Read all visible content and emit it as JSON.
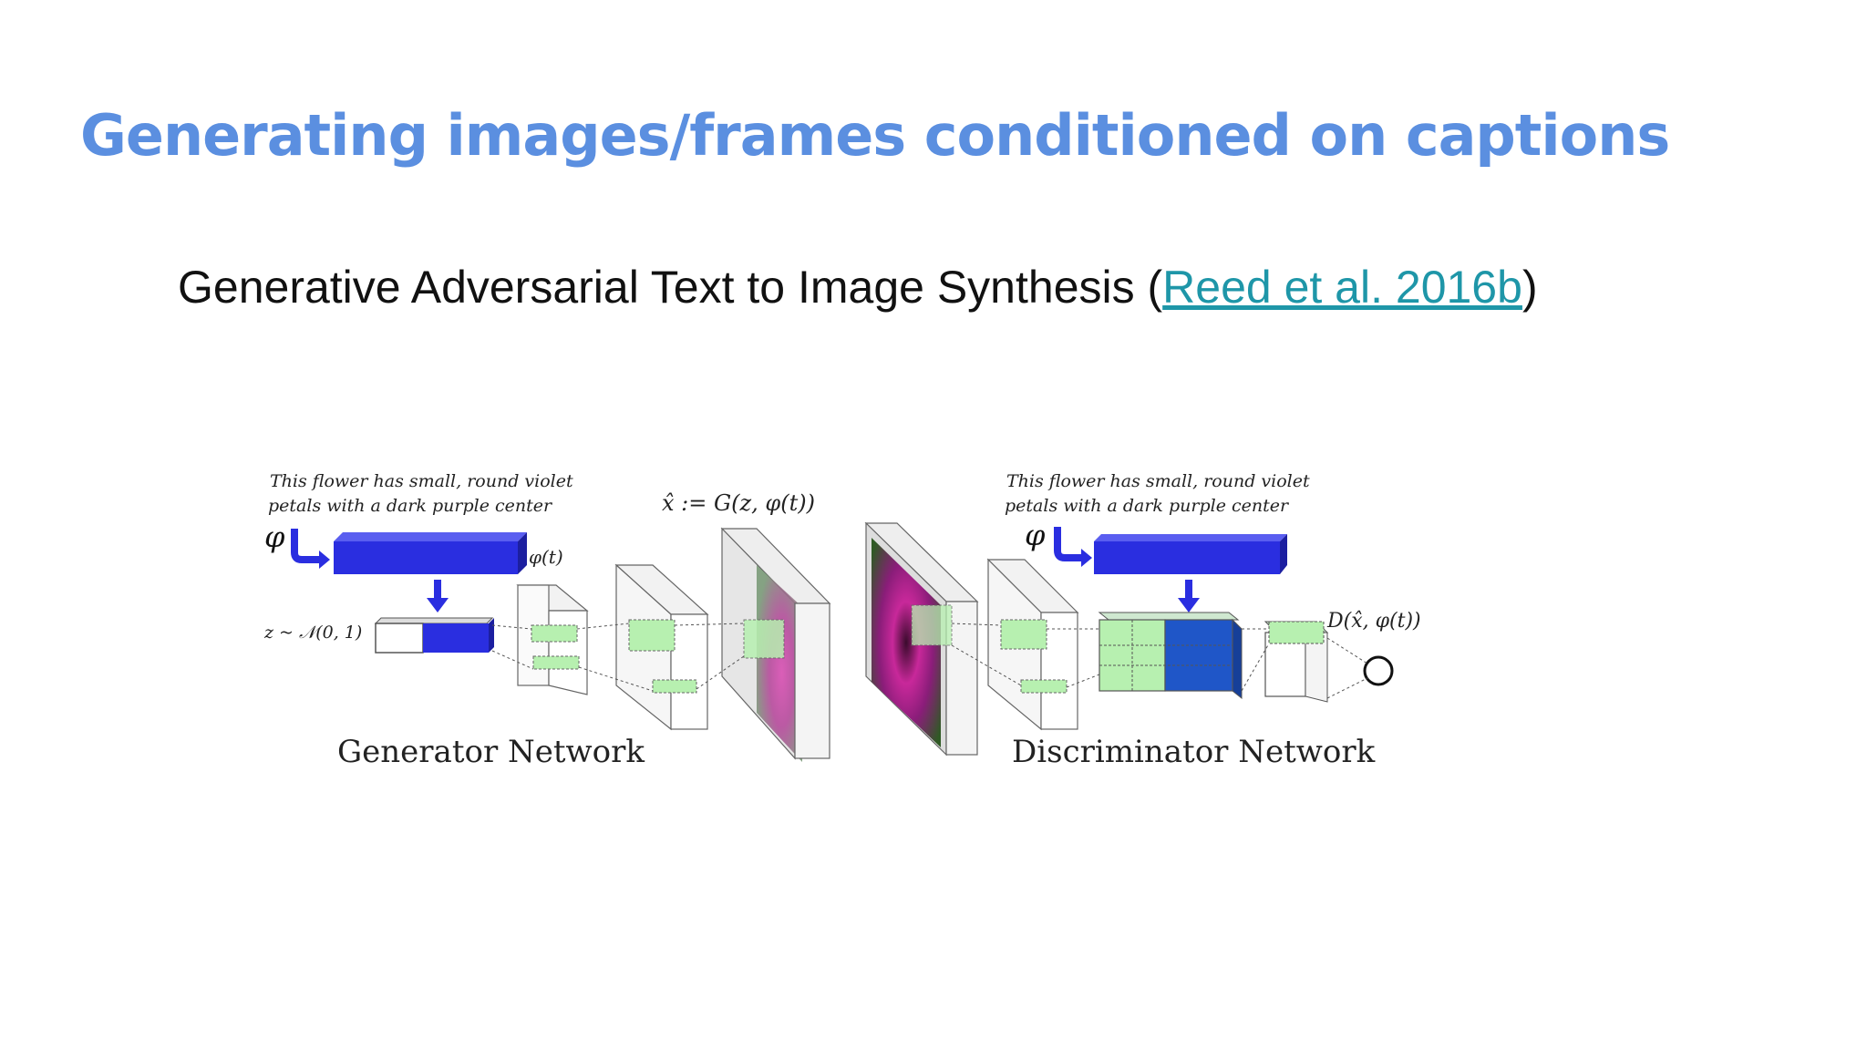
{
  "slide": {
    "title": "Generating images/frames conditioned on captions",
    "subtitle_text": "Generative Adversarial Text to Image Synthesis",
    "paren_open": "(",
    "citation": "Reed et al. 2016b",
    "paren_close": ")"
  },
  "diagram": {
    "caption_generator": [
      "This flower has small, round violet",
      "petals with a dark purple center"
    ],
    "caption_discriminator": [
      "This flower has small, round violet",
      "petals with a dark purple center"
    ],
    "phi_symbol": "φ",
    "phi_t": "φ(t)",
    "noise_label": "z ~ 𝒩(0, 1)",
    "generator_output_label": "x̂ := G(z, φ(t))",
    "discriminator_output_label": "D(x̂, φ(t))",
    "generator_label": "Generator Network",
    "discriminator_label": "Discriminator Network"
  },
  "colors": {
    "title": "#5b8fe0",
    "link": "#1e96a8",
    "embedding_blue": "#2a2ee0",
    "feature_green": "#b7f0b0",
    "flower_magenta": "#c0329c"
  }
}
